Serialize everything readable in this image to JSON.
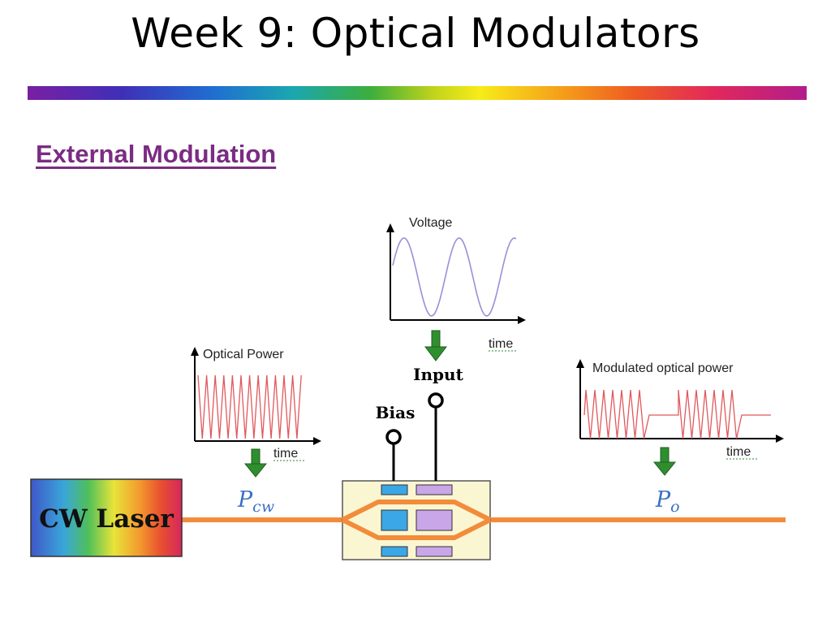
{
  "slide": {
    "title": "Week 9: Optical Modulators",
    "section_heading": "External Modulation"
  },
  "diagram": {
    "laser_label": "CW Laser",
    "input_label": "Input",
    "bias_label": "Bias",
    "p_cw_base": "P",
    "p_cw_sub": "cw",
    "p_o_base": "P",
    "p_o_sub": "o",
    "voltage_plot": {
      "ylabel": "Voltage",
      "xlabel": "time"
    },
    "optical_power_plot": {
      "ylabel": "Optical Power",
      "xlabel": "time"
    },
    "modulated_plot": {
      "ylabel": "Modulated optical power",
      "xlabel": "time"
    }
  },
  "colors": {
    "waveguide": "#f28c3a",
    "arrow_green": "#2f8f2f",
    "sine_purple": "#9b8fd6",
    "signal_red": "#e0585c",
    "electrode_blue": "#3ba7e6",
    "electrode_lilac": "#c9a6e8",
    "chip_background": "#fbf6d2"
  }
}
